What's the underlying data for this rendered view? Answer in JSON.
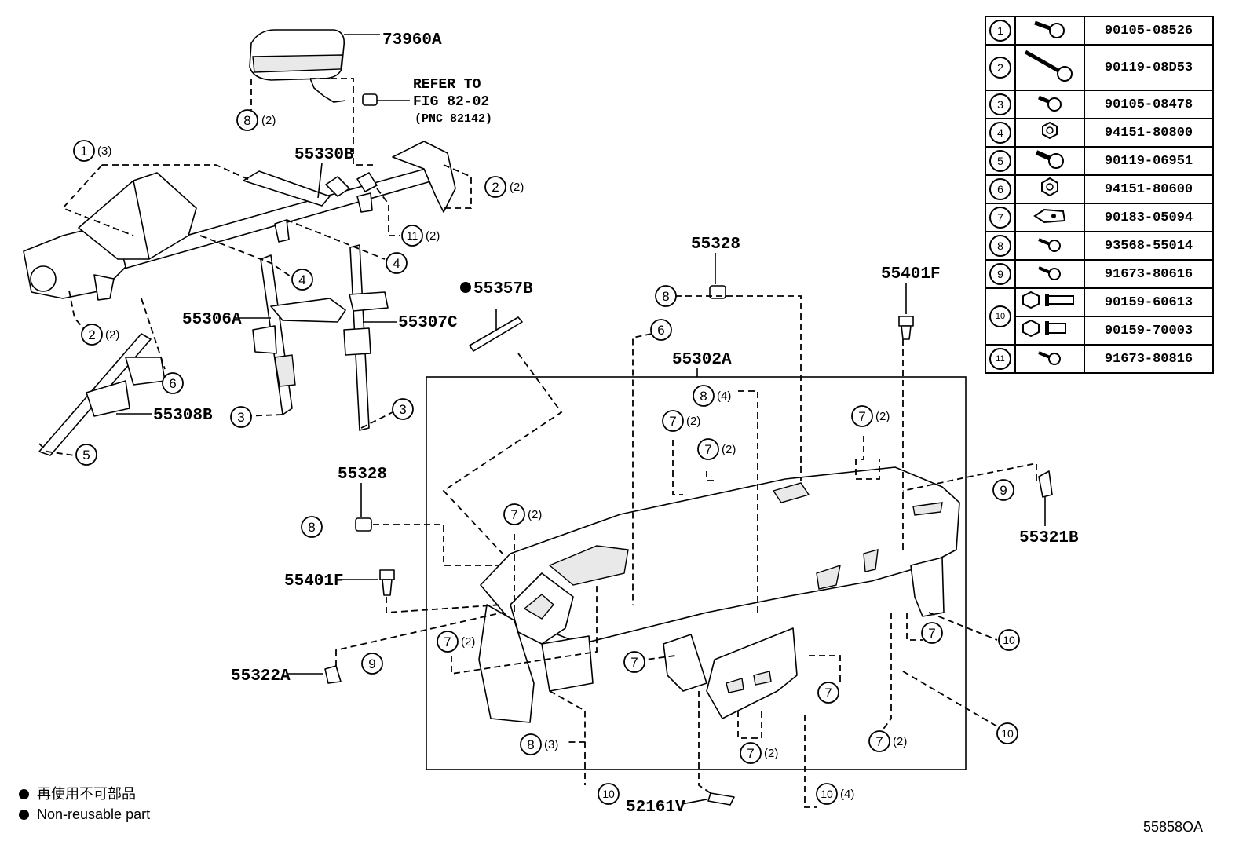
{
  "part_labels": {
    "p73960A": "73960A",
    "p55330B": "55330B",
    "p55306A": "55306A",
    "p55307C": "55307C",
    "p55308B": "55308B",
    "p55357B": "55357B",
    "p55328a": "55328",
    "p55328b": "55328",
    "p55401Fa": "55401F",
    "p55401Fb": "55401F",
    "p55302A": "55302A",
    "p55321B": "55321B",
    "p55322A": "55322A",
    "p52161V": "52161V"
  },
  "refer_note": {
    "line1": "REFER TO",
    "line2": "FIG 82-02",
    "line3": "(PNC 82142)"
  },
  "callouts": {
    "c1": {
      "num": "1",
      "qty": "(3)"
    },
    "c2a": {
      "num": "2",
      "qty": "(2)"
    },
    "c2b": {
      "num": "2",
      "qty": "(2)"
    },
    "c3a": {
      "num": "3"
    },
    "c3b": {
      "num": "3"
    },
    "c4a": {
      "num": "4"
    },
    "c4b": {
      "num": "4"
    },
    "c5": {
      "num": "5"
    },
    "c6a": {
      "num": "6"
    },
    "c6b": {
      "num": "6"
    },
    "c8a": {
      "num": "8",
      "qty": "(2)"
    },
    "c8b": {
      "num": "8"
    },
    "c8c": {
      "num": "8"
    },
    "c8d": {
      "num": "8",
      "qty": "(4)"
    },
    "c8e": {
      "num": "8",
      "qty": "(3)"
    },
    "c9a": {
      "num": "9"
    },
    "c9b": {
      "num": "9"
    },
    "c11": {
      "num": "11",
      "qty": "(2)"
    },
    "c7a": {
      "num": "7",
      "qty": "(2)"
    },
    "c7b": {
      "num": "7",
      "qty": "(2)"
    },
    "c7c": {
      "num": "7",
      "qty": "(2)"
    },
    "c7d": {
      "num": "7",
      "qty": "(2)"
    },
    "c7e": {
      "num": "7",
      "qty": "(2)"
    },
    "c7f": {
      "num": "7"
    },
    "c7g": {
      "num": "7"
    },
    "c7h": {
      "num": "7"
    },
    "c7i": {
      "num": "7",
      "qty": "(2)"
    },
    "c7j": {
      "num": "7",
      "qty": "(2)"
    },
    "c10a": {
      "num": "10"
    },
    "c10b": {
      "num": "10"
    },
    "c10c": {
      "num": "10"
    },
    "c10d": {
      "num": "10",
      "qty": "(4)"
    }
  },
  "fastener_table": [
    {
      "ref": "1",
      "part_no": "90105-08526",
      "icon": "flange-bolt-icon"
    },
    {
      "ref": "2",
      "part_no": "90119-08D53",
      "icon": "long-bolt-icon"
    },
    {
      "ref": "3",
      "part_no": "90105-08478",
      "icon": "flange-bolt-icon"
    },
    {
      "ref": "4",
      "part_no": "94151-80800",
      "icon": "nut-icon"
    },
    {
      "ref": "5",
      "part_no": "90119-06951",
      "icon": "flange-bolt-icon"
    },
    {
      "ref": "6",
      "part_no": "94151-80600",
      "icon": "nut-icon"
    },
    {
      "ref": "7",
      "part_no": "90183-05094",
      "icon": "clip-nut-icon"
    },
    {
      "ref": "8",
      "part_no": "93568-55014",
      "icon": "screw-icon"
    },
    {
      "ref": "9",
      "part_no": "91673-80616",
      "icon": "screw-icon"
    },
    {
      "ref": "10",
      "part_no": "90159-60613",
      "icon": "push-clip-icon"
    },
    {
      "ref": "10",
      "part_no": "90159-70003",
      "icon": "push-clip-icon"
    },
    {
      "ref": "11",
      "part_no": "91673-80816",
      "icon": "screw-icon"
    }
  ],
  "legend": {
    "line_ja": "再使用不可部品",
    "line_en": "Non-reusable part"
  },
  "diagram_code": "55858OA"
}
